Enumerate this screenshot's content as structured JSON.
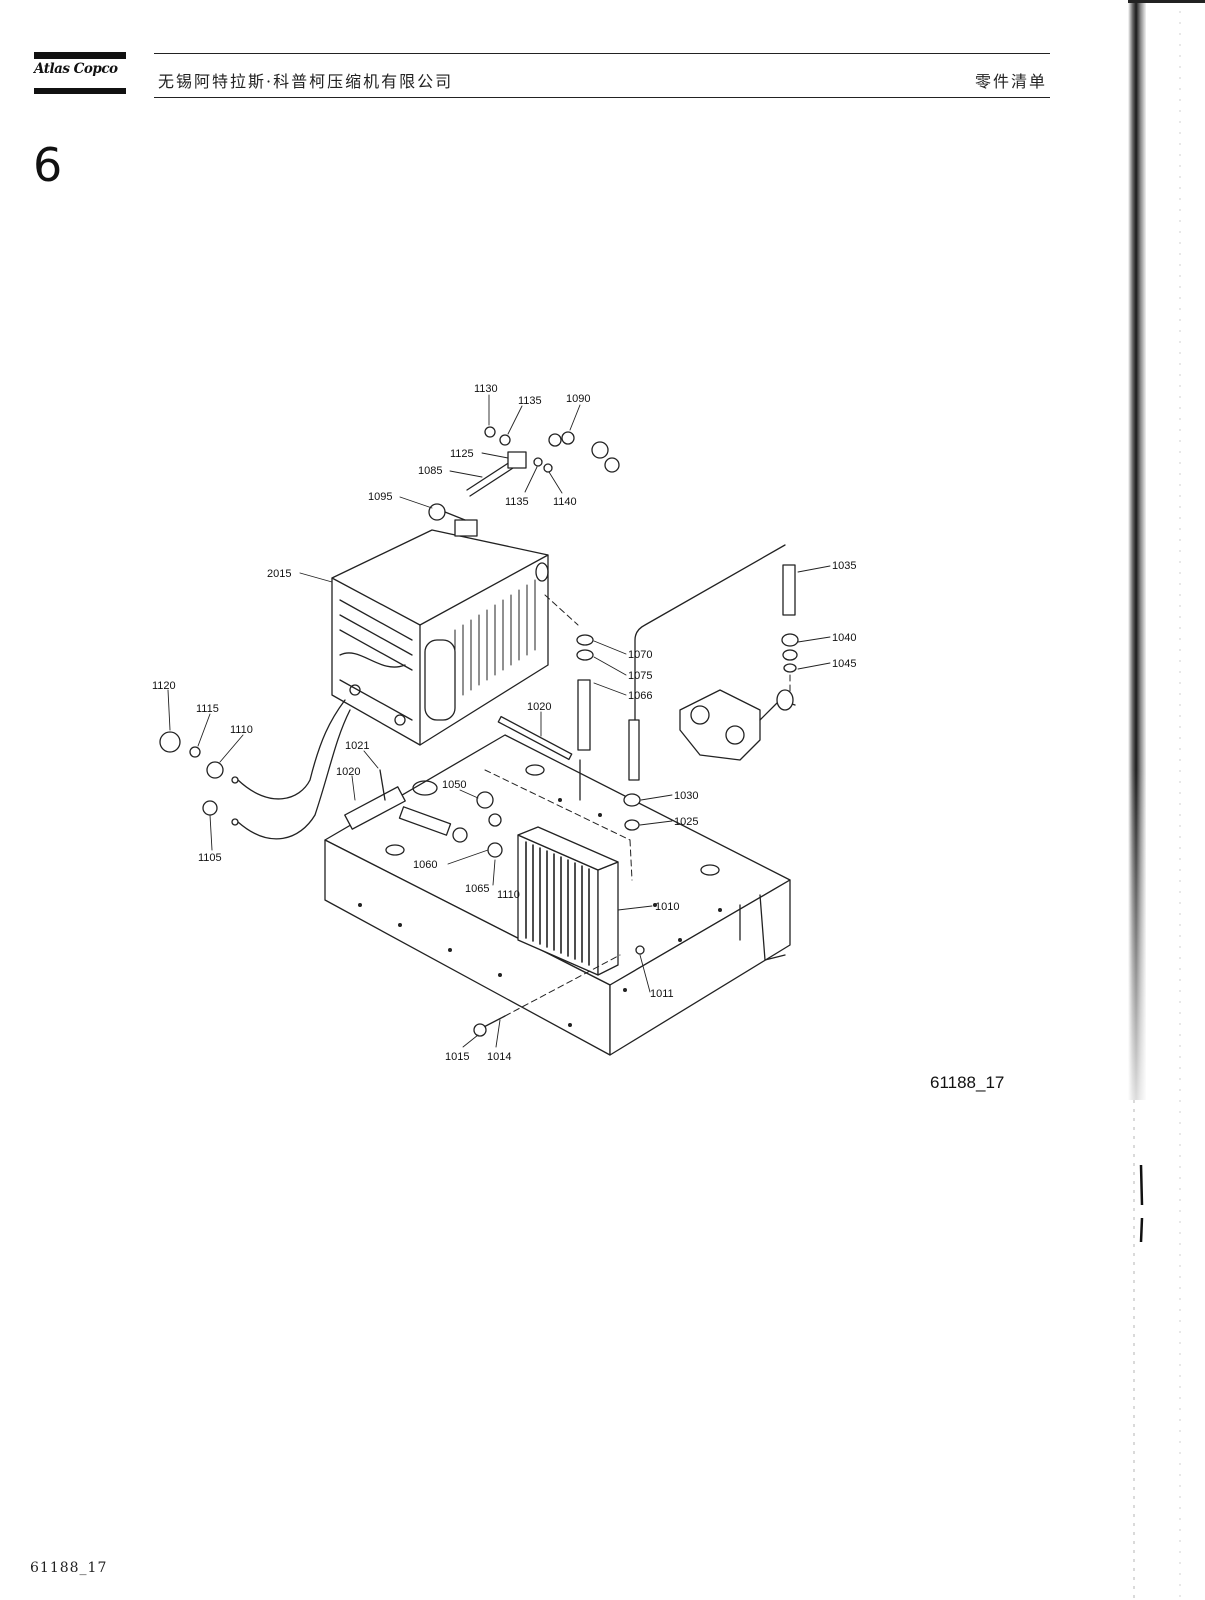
{
  "header": {
    "logo_text": "Atlas Copco",
    "company_name": "无锡阿特拉斯·科普柯压缩机有限公司",
    "document_type": "零件清单"
  },
  "section_number": "6",
  "figure_reference": "61188_17",
  "footer_code": "61188_17",
  "callouts": {
    "p1130": "1130",
    "p1135a": "1135",
    "p1090": "1090",
    "p1125": "1125",
    "p1085": "1085",
    "p1135b": "1135",
    "p1140": "1140",
    "p1095": "1095",
    "p2015": "2015",
    "p1035": "1035",
    "p1040": "1040",
    "p1045": "1045",
    "p1070": "1070",
    "p1075": "1075",
    "p1066": "1066",
    "p1120": "1120",
    "p1115": "1115",
    "p1110": "1110",
    "p1020a": "1020",
    "p1021": "1021",
    "p1020b": "1020",
    "p1050": "1050",
    "p1030": "1030",
    "p1025": "1025",
    "p1060": "1060",
    "p1105": "1105",
    "p1065": "1065",
    "p1110b": "1110",
    "p1010": "1010",
    "p1011": "1011",
    "p1015": "1015",
    "p1014": "1014"
  }
}
